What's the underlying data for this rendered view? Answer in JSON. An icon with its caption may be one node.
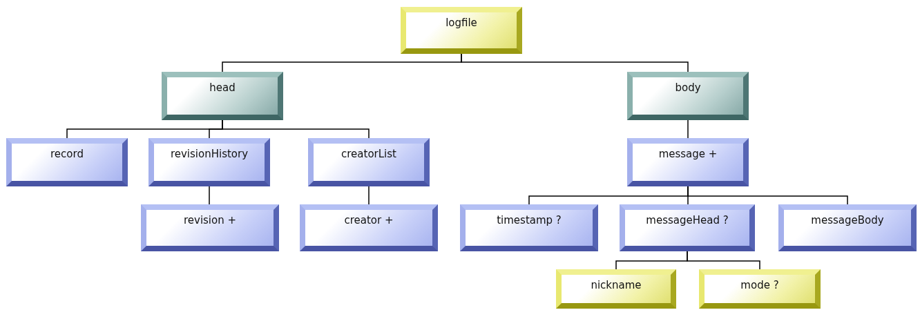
{
  "diagram": {
    "nodes": [
      {
        "text": [
          "logfile"
        ]
      },
      {
        "text": [
          "head"
        ]
      },
      {
        "text": [
          "body"
        ]
      },
      {
        "text": [
          "record"
        ]
      },
      {
        "text": [
          "revisionHistory"
        ]
      },
      {
        "text": [
          "creatorList"
        ]
      },
      {
        "text": [
          "message +"
        ]
      },
      {
        "text": [
          "revision +"
        ]
      },
      {
        "text": [
          "creator +"
        ]
      },
      {
        "text": [
          "timestamp ?"
        ]
      },
      {
        "text": [
          "messageHead ?"
        ]
      },
      {
        "text": [
          "messageBody"
        ]
      },
      {
        "text": [
          "nickname"
        ]
      },
      {
        "text": [
          "mode ?"
        ]
      }
    ],
    "edges": [
      {
        "from": 0,
        "to": 1,
        "arrow": "none"
      },
      {
        "from": 0,
        "to": 2,
        "arrow": "none"
      },
      {
        "from": 1,
        "to": 3,
        "arrow": "none"
      },
      {
        "from": 1,
        "to": 4,
        "arrow": "none"
      },
      {
        "from": 1,
        "to": 5,
        "arrow": "none"
      },
      {
        "from": 4,
        "to": 7,
        "arrow": "none"
      },
      {
        "from": 5,
        "to": 8,
        "arrow": "none"
      },
      {
        "from": 2,
        "to": 6,
        "arrow": "none"
      },
      {
        "from": 6,
        "to": 9,
        "arrow": "none"
      },
      {
        "from": 6,
        "to": 10,
        "arrow": "none"
      },
      {
        "from": 6,
        "to": 11,
        "arrow": "none"
      },
      {
        "from": 10,
        "to": 12,
        "arrow": "none"
      },
      {
        "from": 10,
        "to": 13,
        "arrow": "none"
      }
    ]
  }
}
